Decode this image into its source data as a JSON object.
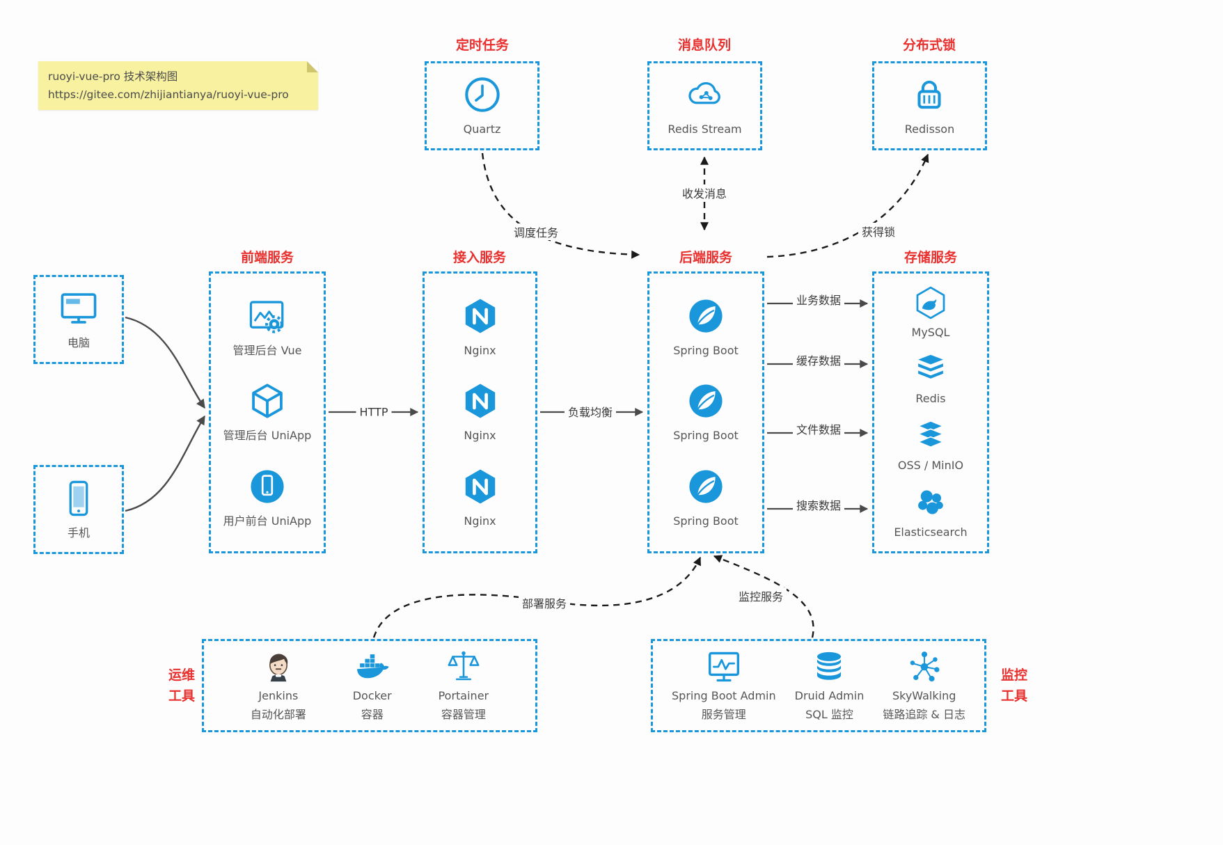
{
  "colors": {
    "accent_blue": "#1a96db",
    "title_red": "#e8302e",
    "note_yellow": "#f7f1a0",
    "arrow_gray": "#4a4a4a",
    "dashed_arrow_dark": "#1a1a1a",
    "text_gray": "#555555"
  },
  "note": {
    "line1": "ruoyi-vue-pro 技术架构图",
    "line2": "https://gitee.com/zhijiantianya/ruoyi-vue-pro"
  },
  "top": {
    "scheduler": {
      "title": "定时任务",
      "item": {
        "icon": "clock-icon",
        "label": "Quartz"
      }
    },
    "mq": {
      "title": "消息队列",
      "item": {
        "icon": "cloud-network-icon",
        "label": "Redis Stream"
      }
    },
    "lock": {
      "title": "分布式锁",
      "item": {
        "icon": "lock-icon",
        "label": "Redisson"
      }
    }
  },
  "clients": {
    "pc": {
      "icon": "desktop-icon",
      "label": "电脑"
    },
    "mobile": {
      "icon": "smartphone-icon",
      "label": "手机"
    }
  },
  "columns": {
    "frontend": {
      "title": "前端服务",
      "items": [
        {
          "icon": "admin-vue-icon",
          "label": "管理后台 Vue"
        },
        {
          "icon": "cube-icon",
          "label": "管理后台 UniApp"
        },
        {
          "icon": "phone-app-icon",
          "label": "用户前台 UniApp"
        }
      ]
    },
    "gateway": {
      "title": "接入服务",
      "items": [
        {
          "icon": "nginx-icon",
          "label": "Nginx"
        },
        {
          "icon": "nginx-icon",
          "label": "Nginx"
        },
        {
          "icon": "nginx-icon",
          "label": "Nginx"
        }
      ]
    },
    "backend": {
      "title": "后端服务",
      "items": [
        {
          "icon": "spring-icon",
          "label": "Spring Boot"
        },
        {
          "icon": "spring-icon",
          "label": "Spring Boot"
        },
        {
          "icon": "spring-icon",
          "label": "Spring Boot"
        }
      ]
    },
    "storage": {
      "title": "存储服务",
      "items": [
        {
          "icon": "mysql-icon",
          "label": "MySQL"
        },
        {
          "icon": "redis-icon",
          "label": "Redis"
        },
        {
          "icon": "oss-icon",
          "label": "OSS / MinIO"
        },
        {
          "icon": "elasticsearch-icon",
          "label": "Elasticsearch"
        }
      ]
    }
  },
  "bottom": {
    "ops": {
      "title": "运维\n工具",
      "items": [
        {
          "icon": "jenkins-icon",
          "label": "Jenkins",
          "sublabel": "自动化部署"
        },
        {
          "icon": "docker-icon",
          "label": "Docker",
          "sublabel": "容器"
        },
        {
          "icon": "portainer-icon",
          "label": "Portainer",
          "sublabel": "容器管理"
        }
      ]
    },
    "monitor": {
      "title": "监控\n工具",
      "items": [
        {
          "icon": "monitor-chart-icon",
          "label": "Spring Boot Admin",
          "sublabel": "服务管理"
        },
        {
          "icon": "database-icon",
          "label": "Druid Admin",
          "sublabel": "SQL 监控"
        },
        {
          "icon": "topology-icon",
          "label": "SkyWalking",
          "sublabel": "链路追踪 & 日志"
        }
      ]
    }
  },
  "edges": {
    "http": "HTTP",
    "load_balance": "负载均衡",
    "business": "业务数据",
    "cache": "缓存数据",
    "file": "文件数据",
    "search": "搜索数据",
    "dispatch": "调度任务",
    "messaging": "收发消息",
    "lock": "获得锁",
    "deploy": "部署服务",
    "monitor": "监控服务"
  }
}
